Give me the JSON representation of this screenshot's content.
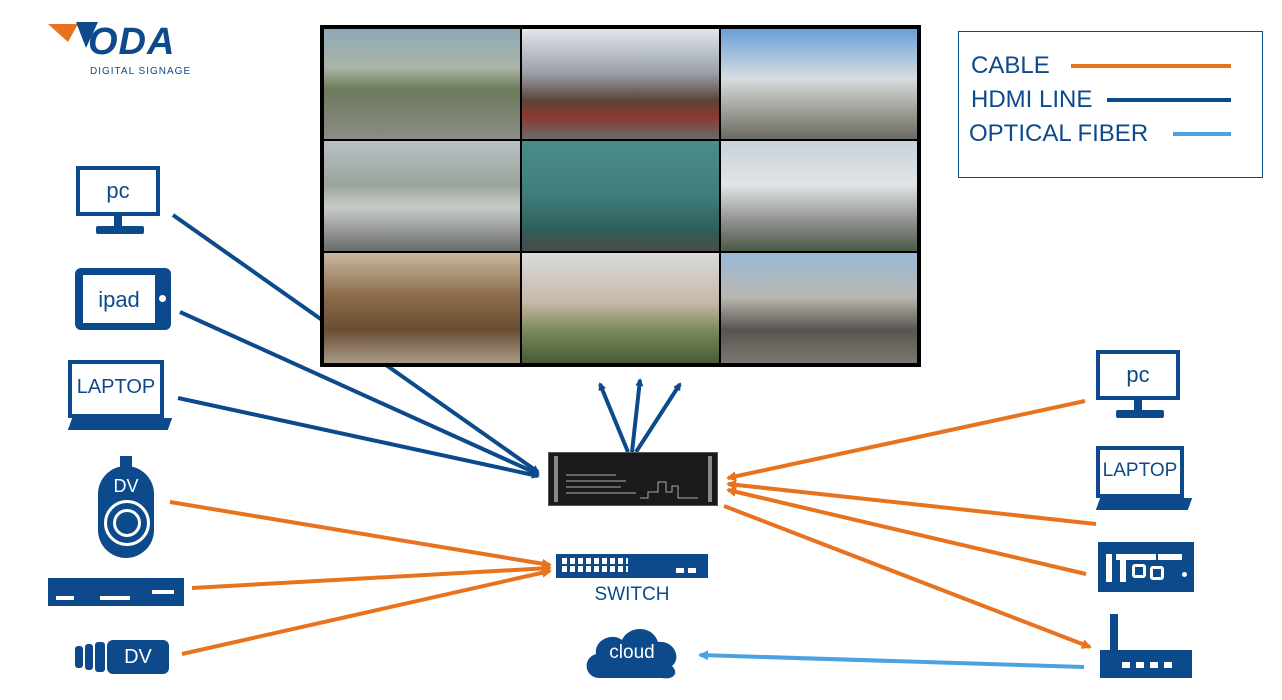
{
  "logo": {
    "brand": "ODA",
    "tagline": "DIGITAL SIGNAGE"
  },
  "legend": {
    "items": [
      {
        "label": "CABLE",
        "color": "#e8731f"
      },
      {
        "label": "HDMI LINE",
        "color": "#0d4a8c"
      },
      {
        "label": "OPTICAL FIBER",
        "color": "#4aa3e0"
      }
    ]
  },
  "left_devices": {
    "pc": "pc",
    "ipad": "ipad",
    "laptop": "LAPTOP",
    "dv_camera": "DV",
    "dv_small": "DV"
  },
  "right_devices": {
    "pc": "pc",
    "laptop": "LAPTOP"
  },
  "center": {
    "switch_label": "SWITCH",
    "cloud_label": "cloud"
  },
  "colors": {
    "cable": "#e8731f",
    "hdmi": "#0d4a8c",
    "fiber": "#4aa3e0",
    "device": "#0d4a8c"
  },
  "video_wall": {
    "rows": 3,
    "cols": 3,
    "tiles": [
      "parking-gate",
      "motorbike-parking",
      "factory-gate",
      "road-fence",
      "teal-building",
      "industrial-door",
      "warehouse-boxes",
      "office-building",
      "factory-entrance"
    ]
  }
}
